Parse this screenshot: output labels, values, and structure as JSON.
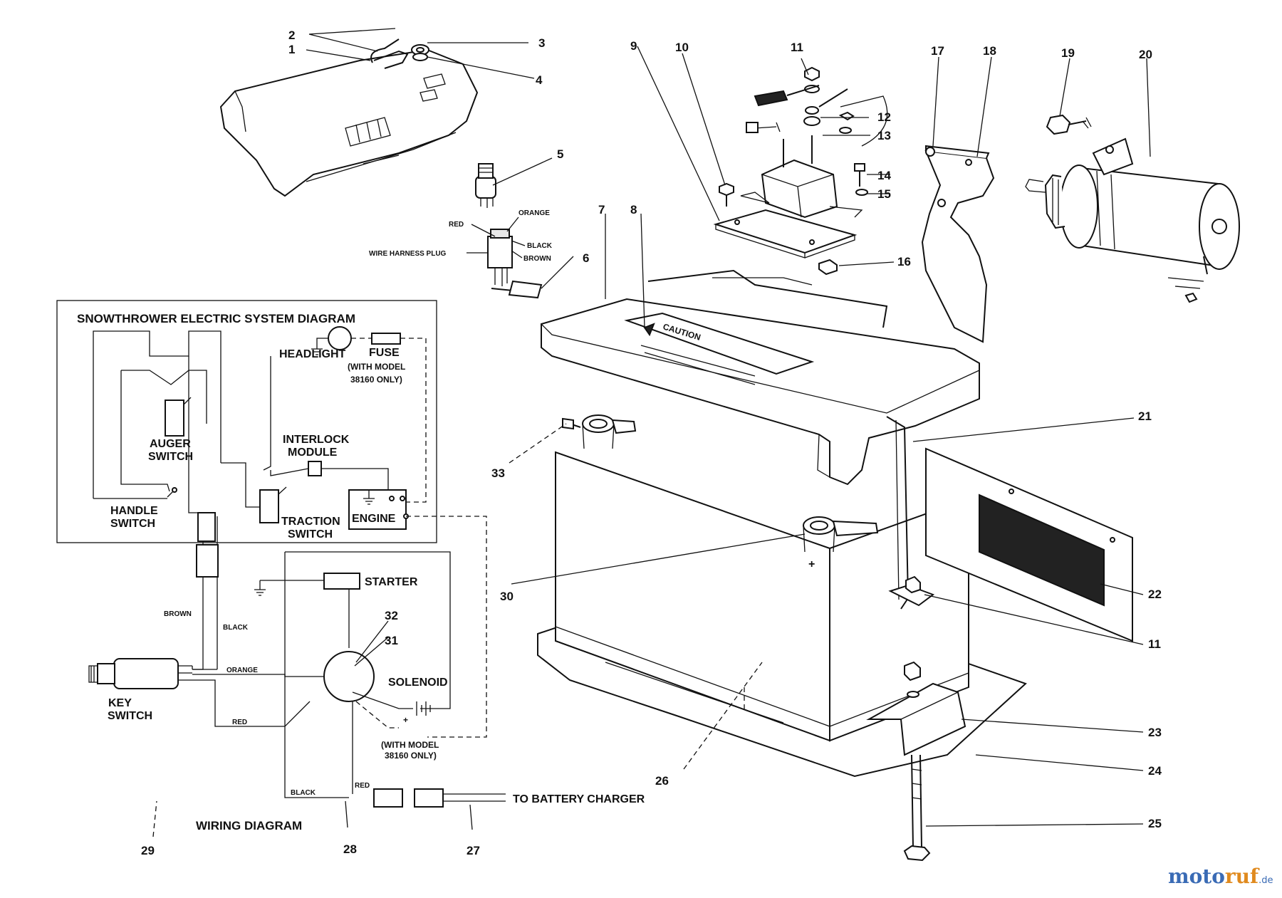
{
  "diagram": {
    "part_numbers": [
      "1",
      "2",
      "3",
      "4",
      "5",
      "6",
      "7",
      "8",
      "9",
      "10",
      "11",
      "12",
      "13",
      "14",
      "15",
      "16",
      "17",
      "18",
      "19",
      "20",
      "21",
      "22",
      "23",
      "24",
      "25",
      "26",
      "27",
      "28",
      "29",
      "30",
      "31",
      "32",
      "33"
    ],
    "second_11": "11",
    "plug_labels": {
      "red": "RED",
      "orange": "ORANGE",
      "black": "BLACK",
      "brown": "BROWN",
      "harness": "WIRE HARNESS PLUG"
    },
    "caution_text": "CAUTION",
    "system_diagram": {
      "title": "SNOWTHROWER ELECTRIC SYSTEM DIAGRAM",
      "headlight": "HEADLIGHT",
      "fuse": "FUSE",
      "fuse_note_1": "(WITH MODEL",
      "fuse_note_2": "38160 ONLY)",
      "auger_1": "AUGER",
      "auger_2": "SWITCH",
      "interlock_1": "INTERLOCK",
      "interlock_2": "MODULE",
      "handle_1": "HANDLE",
      "handle_2": "SWITCH",
      "traction_1": "TRACTION",
      "traction_2": "SWITCH",
      "engine": "ENGINE"
    },
    "wiring_diagram": {
      "title": "WIRING DIAGRAM",
      "starter": "STARTER",
      "solenoid": "SOLENOID",
      "key_1": "KEY",
      "key_2": "SWITCH",
      "brown": "BROWN",
      "black_1": "BLACK",
      "orange": "ORANGE",
      "red_1": "RED",
      "black_2": "BLACK",
      "red_2": "RED",
      "model_note_1": "(WITH MODEL",
      "model_note_2": "38160 ONLY)",
      "to_charger": "TO BATTERY CHARGER"
    }
  },
  "watermark": {
    "part1": "moto",
    "part2": "ruf",
    "suffix": ".de"
  },
  "colors": {
    "ink": "#111111",
    "watermark_blue": "#3a6bb5",
    "watermark_orange": "#e08a1e"
  }
}
